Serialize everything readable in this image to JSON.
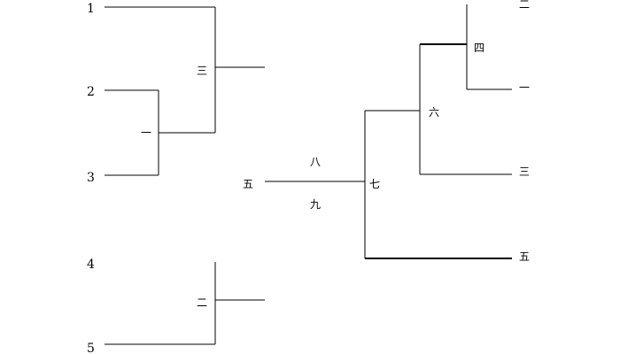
{
  "left_bracket": {
    "seeds": [
      "1",
      "2",
      "3",
      "4",
      "5"
    ],
    "match_labels": {
      "first": "一",
      "second": "二",
      "third": "三"
    }
  },
  "center": {
    "left_label": "五",
    "upper_label": "八",
    "lower_label": "九",
    "junction_label": "七"
  },
  "right_bracket": {
    "match_labels": {
      "four": "四",
      "six": "六"
    },
    "outcomes": [
      "二",
      "一",
      "三",
      "五"
    ]
  }
}
